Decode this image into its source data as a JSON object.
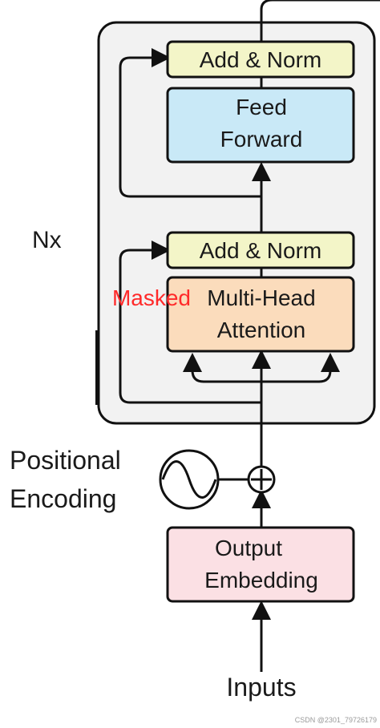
{
  "diagram": {
    "repeat_label": "Nx",
    "blocks": {
      "add_norm_top": {
        "label": "Add & Norm",
        "fill": "#f3f5c8"
      },
      "feed_forward": {
        "line1": "Feed",
        "line2": "Forward",
        "fill": "#c9e9f7"
      },
      "add_norm_mid": {
        "label": "Add & Norm",
        "fill": "#f3f5c8"
      },
      "attention": {
        "masked": "Masked",
        "line1": "Multi-Head",
        "line2": "Attention",
        "fill": "#fbdcbc",
        "masked_color": "#ff2a2a"
      },
      "embedding": {
        "line1": "Output",
        "line2": "Embedding",
        "fill": "#fbe0e4"
      }
    },
    "positional_encoding": {
      "line1": "Positional",
      "line2": "Encoding",
      "icon": "sine-wave-icon"
    },
    "adder_icon": "circle-plus-icon",
    "inputs_label": "Inputs",
    "watermark": "CSDN @2301_79726179",
    "colors": {
      "container": "#f2f2f2",
      "stroke": "#111111"
    }
  }
}
